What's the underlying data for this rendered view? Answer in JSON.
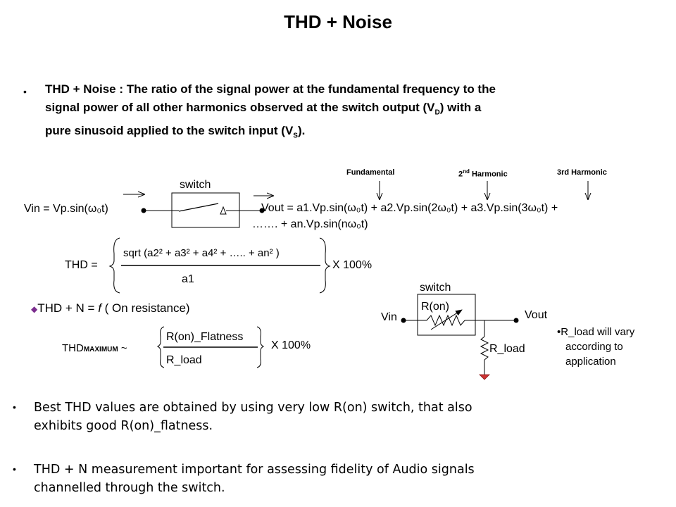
{
  "title": "THD + Noise",
  "definition": {
    "bullet": "•",
    "line1": "THD + Noise : The ratio of the signal power at the fundamental frequency to the",
    "line2a": "signal power of all other harmonics observed at the switch output (V",
    "line2sub": "D",
    "line2b": ") with a",
    "line3a": "pure sinusoid applied to the switch input (V",
    "line3sub": "S",
    "line3b": ")."
  },
  "harmonics": {
    "fundamental": "Fundamental",
    "second_num": "2",
    "second_sup": "nd",
    "second_rest": " Harmonic",
    "third": "3rd Harmonic"
  },
  "diagram": {
    "switch_label": "switch",
    "vin_eq": "Vin = Vp.sin(ω₀t)",
    "vout_line1": "Vout = a1.Vp.sin(ω₀t) +  a2.Vp.sin(2ω₀t) + a3.Vp.sin(3ω₀t) +",
    "vout_line2": "……. +  an.Vp.sin(nω₀t)"
  },
  "thd_formula": {
    "label": "THD =",
    "numerator": "sqrt (a2² + a3² + a4² + ….. + an² )",
    "denominator": "a1",
    "multiplier": "X 100%"
  },
  "thd_n": {
    "bullet": "◆",
    "prefix": "THD  + N = ",
    "f": "f",
    "suffix": " ( On resistance)"
  },
  "thd_max": {
    "label_main": "THD",
    "label_sub": "MAXIMUM",
    "tilde": "~",
    "numerator": "R(on)_Flatness",
    "denominator": "R_load",
    "multiplier": "X 100%"
  },
  "circuit": {
    "switch_label": "switch",
    "ron_label": "R(on)",
    "vin": "Vin",
    "vout": "Vout",
    "rload": "R_load",
    "note_bullet": "•",
    "note_line1": "R_load will vary",
    "note_line2": "according to",
    "note_line3": "application"
  },
  "bottom_bullets": [
    {
      "bullet": "•",
      "line1": "Best THD values are obtained by using very low R(on) switch, that also",
      "line2": "exhibits good R(on)_flatness."
    },
    {
      "bullet": "•",
      "line1": "THD + N measurement important for assessing fidelity of Audio signals",
      "line2": "channelled through the switch."
    }
  ],
  "colors": {
    "diamond": "#7b2d8e",
    "ground": "#cc3333"
  }
}
